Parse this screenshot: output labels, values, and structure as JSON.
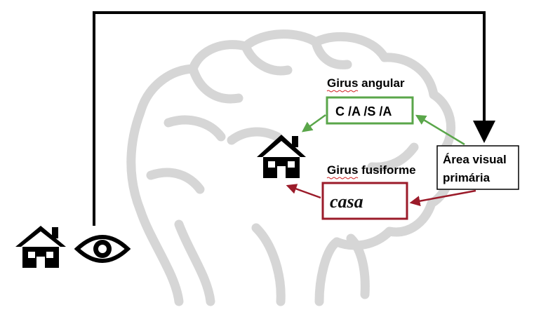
{
  "labels": {
    "angular_title": "Girus angular",
    "angular_box": "C /A /S /A",
    "fusiform_title": "Girus fusiforme",
    "fusiform_box": "casa",
    "visual_line1": "Área visual",
    "visual_line2": "primária"
  },
  "icons": [
    "house-icon",
    "eye-icon",
    "brain-outline",
    "house-icon"
  ],
  "colors": {
    "green": "#5aa64a",
    "darkred": "#9b1b2a",
    "brain": "#d6d6d6",
    "black": "#000000"
  }
}
